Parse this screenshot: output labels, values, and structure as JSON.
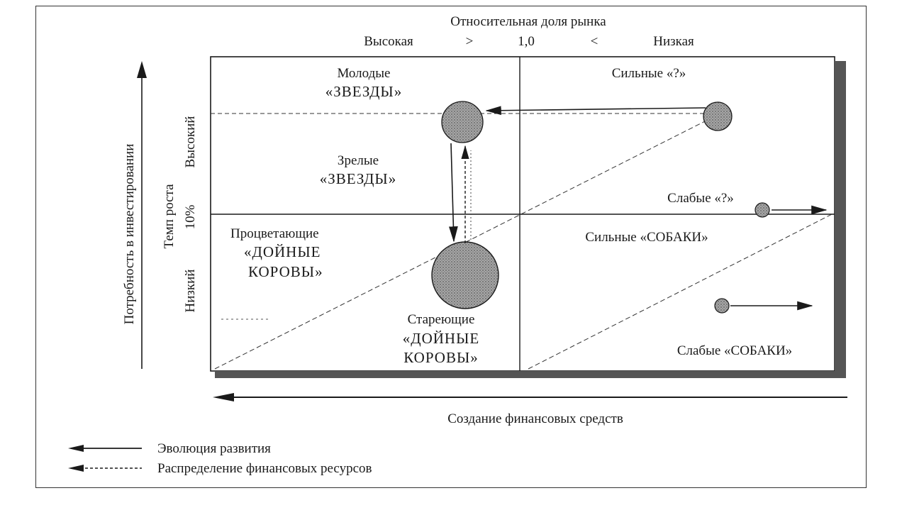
{
  "header": {
    "title": "Относительная доля рынка",
    "high": "Высокая",
    "gt": ">",
    "threshold": "1,0",
    "lt": "<",
    "low": "Низкая"
  },
  "left_axis": {
    "outer": "Потребность в инвестировании",
    "growth": "Темп роста",
    "high": "Высокий",
    "pct": "10%",
    "low": "Низкий"
  },
  "quadrants": {
    "young_stars_1": "Молодые",
    "young_stars_2": "«ЗВЕЗДЫ»",
    "strong_q": "Сильные «?»",
    "mature_stars_1": "Зрелые",
    "mature_stars_2": "«ЗВЕЗДЫ»",
    "weak_q": "Слабые «?»",
    "prosper_cows_1": "Процветающие",
    "prosper_cows_2": "«ДОЙНЫЕ",
    "prosper_cows_3": "КОРОВЫ»",
    "strong_dogs": "Сильные «СОБАКИ»",
    "aging_cows_1": "Стареющие",
    "aging_cows_2": "«ДОЙНЫЕ",
    "aging_cows_3": "КОРОВЫ»",
    "weak_dogs": "Слабые «СОБАКИ»"
  },
  "bottom_axis": {
    "label": "Создание финансовых средств"
  },
  "legend": {
    "evolution": "Эволюция развития",
    "allocation": "Распределение финансовых ресурсов"
  },
  "colors": {
    "ink": "#1a1a1a",
    "bubble": "#8c8c8c"
  }
}
